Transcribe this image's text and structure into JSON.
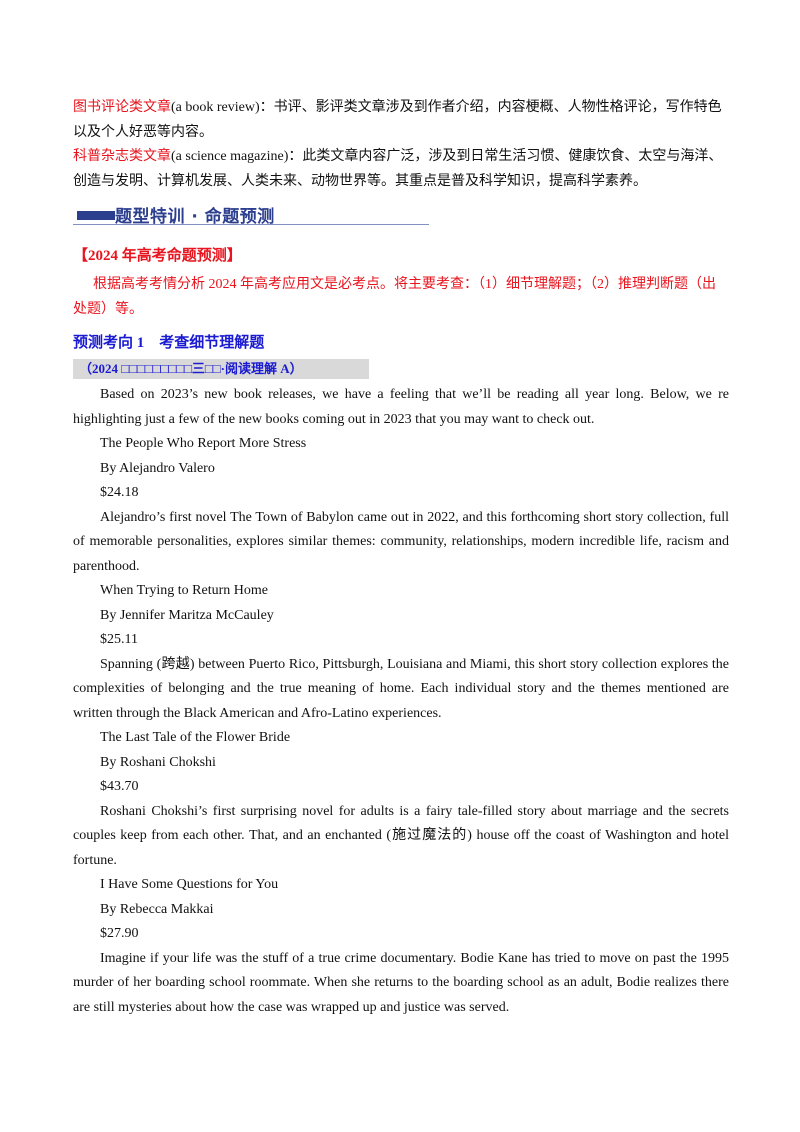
{
  "intro": {
    "book_review_label": "图书评论类文章",
    "book_review_text": "(a book review)：书评、影评类文章涉及到作者介绍，内容梗概、人物性格评论，写作特色以及个人好恶等内容。",
    "science_label": "科普杂志类文章",
    "science_text": "(a science magazine)：此类文章内容广泛，涉及到日常生活习惯、健康饮食、太空与海洋、创造与发明、计算机发展、人类未来、动物世界等。其重点是普及科学知识，提高科学素养。"
  },
  "section_banner": "题型特训 · 命题预测",
  "prediction": {
    "heading": "【2024 年高考命题预测】",
    "text": "根据高考考情分析 2024 年高考应用文是必考点。将主要考查：（1）细节理解题；（2）推理判断题（出处题）等。"
  },
  "direction_title": "预测考向 1　考查细节理解题",
  "source_tag": "（2024 □□□□□□□□□三□□·阅读理解 A）",
  "article": [
    {
      "type": "para",
      "text": "Based on 2023’s new book releases, we have a feeling that we’ll be reading all year long. Below, we re highlighting just a few of the new books coming out in 2023 that you may want to check out."
    },
    {
      "type": "line",
      "text": "The People Who Report More Stress"
    },
    {
      "type": "line",
      "text": "By Alejandro Valero"
    },
    {
      "type": "line",
      "text": "$24.18"
    },
    {
      "type": "para",
      "text": "Alejandro’s first novel The Town of Babylon came out in 2022, and this forthcoming short story collection, full of memorable personalities, explores similar themes: community, relationships, modern incredible life, racism and parenthood."
    },
    {
      "type": "line",
      "text": "When Trying to Return Home"
    },
    {
      "type": "line",
      "text": "By Jennifer Maritza McCauley"
    },
    {
      "type": "line",
      "text": "$25.11"
    },
    {
      "type": "para",
      "text": "Spanning (跨越) between Puerto Rico, Pittsburgh, Louisiana and Miami, this short story collection explores the complexities of belonging and the true meaning of home. Each individual story and the themes mentioned are written through the Black American and Afro-Latino experiences."
    },
    {
      "type": "line",
      "text": "The Last Tale of the Flower Bride"
    },
    {
      "type": "line",
      "text": "By Roshani Chokshi"
    },
    {
      "type": "line",
      "text": "$43.70"
    },
    {
      "type": "para",
      "text": "Roshani Chokshi’s first surprising novel for adults is a fairy tale-filled story about marriage and the secrets couples keep from each other. That, and an enchanted (施过魔法的) house off the coast of Washington and hotel fortune."
    },
    {
      "type": "line",
      "text": "I Have Some Questions for You"
    },
    {
      "type": "line",
      "text": "By Rebecca Makkai"
    },
    {
      "type": "line",
      "text": "$27.90"
    },
    {
      "type": "para",
      "text": "Imagine if your life was the stuff of a true crime documentary. Bodie Kane has tried to move on past the 1995 murder of her boarding school roommate. When she returns to the boarding school as an adult, Bodie realizes there are still mysteries about how the case was wrapped up and justice was served."
    }
  ]
}
